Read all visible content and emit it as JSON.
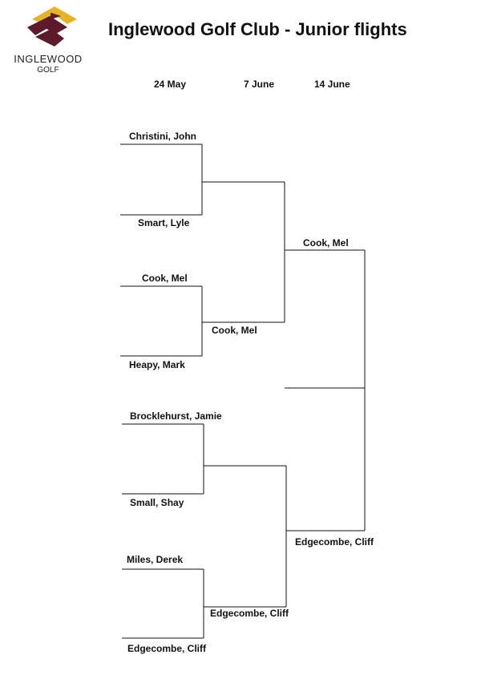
{
  "header": {
    "title": "Inglewood Golf Club - Junior flights",
    "logo_text": "INGLEWOOD",
    "logo_subtext": "GOLF"
  },
  "colors": {
    "logo_maroon": "#5c1a2b",
    "logo_gold": "#e6b422",
    "lines": "#111111"
  },
  "rounds": [
    "24 May",
    "7 June",
    "14 June"
  ],
  "bracket": {
    "round1": [
      "Christini, John",
      "Smart, Lyle",
      "Cook, Mel",
      "Heapy, Mark",
      "Brocklehurst, Jamie",
      "Small, Shay",
      "Miles, Derek",
      "Edgecombe, Cliff"
    ],
    "round2": [
      "",
      "Cook, Mel",
      "",
      "Edgecombe, Cliff"
    ],
    "round3": [
      "Cook, Mel",
      "Edgecombe, Cliff"
    ]
  }
}
